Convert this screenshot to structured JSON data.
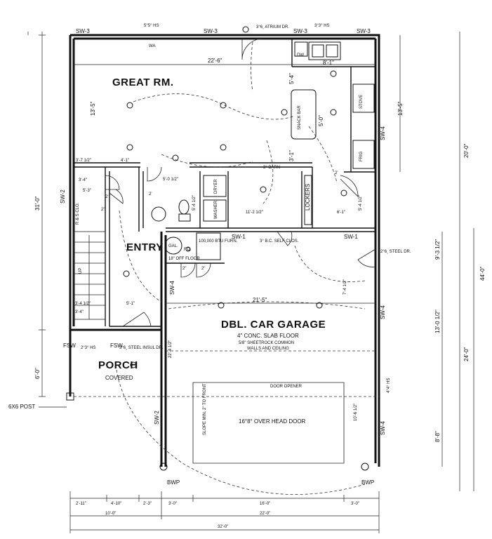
{
  "rooms": {
    "great_room": "GREAT RM.",
    "entry": "ENTRY",
    "garage": "DBL. CAR GARAGE",
    "garage_note1": "4\" CONC. SLAB FLOOR",
    "garage_note2": "5/8\" SHEETROCK COMMON",
    "garage_note3": "WALLS AND CEILING",
    "porch": "PORCH",
    "porch_sub": "COVERED",
    "snack_bar": "SNACK BAR",
    "stove": "STOVE",
    "frig": "FRIG",
    "lockers": "LOCKERS",
    "dryer": "DRYER",
    "washer": "WASHER",
    "dw": "DW",
    "wa": "WA",
    "furnace": "100,000 BTU FURN.",
    "off_floor": "18\" OFF FLOOR",
    "water_heater": "GAL.",
    "fd": "F.D.",
    "up": "UP",
    "closet": "R & S CLO."
  },
  "notes": {
    "atrium_dr": "3°6¸ ATRIUM DR.",
    "window_top1": "5°5° HS",
    "window_top2": "3°3° HS",
    "barn": "3° BARN",
    "bc": "3° B.C. SELF CLOS.",
    "steel_dr": "2°6¸ STEEL DR.",
    "steel_insul_dr": "3°6¸ STEEL INSUL DR.",
    "porch_window": "2°3° HS",
    "side_window": "4°4° HS",
    "door_opener": "DOOR OPENER",
    "slope": "SLOPE MIN. 2\" TO FRONT",
    "overhead_door": "16°8° OVER HEAD DOOR",
    "post": "6X6 POST",
    "bwp_left": "BWP",
    "bwp_right": "BWP"
  },
  "wall_tags": {
    "sw3": "SW-3",
    "sw2": "SW-2",
    "sw4": "SW-4",
    "sw1": "SW-1",
    "fsw": "FSW"
  },
  "interior_dims": {
    "great_width": "22'-6\"",
    "great_depth": "13'-5\"",
    "kitchen_top": "8'-1\"",
    "kitchen_left": "5'-4\"",
    "snack": "5'-0\"",
    "kitchen_3_1": "3'-1\"",
    "great_depth_r": "13'-5\"",
    "hall_3_7": "3'-7 1/2\"",
    "hall_4_1": "4'-1\"",
    "bath_5_0": "5'-0 1/2\"",
    "stair_3_4": "3'-4\"",
    "stair_5_3": "5'-3\"",
    "locker_11_2": "11'-2 1/2\"",
    "locker_6_1": "6'-1\"",
    "locker_5_4": "5'-4 1/2\"",
    "garage_21_5": "21'-5\"",
    "garage_7_4": "7'-4 1/2\"",
    "entry_5_1": "5'-1\"",
    "entry_3_4a": "3'-4 1/2\"",
    "entry_3_4b": "3'-4\"",
    "garage_22_4": "22'-4 1/2\"",
    "garage_10_6": "10'-6 1/2\"",
    "bath_5_4": "5'-4 1/2\"",
    "two": "2'",
    "two_b": "2\"",
    "two_c": "2'",
    "two_d": "2\"",
    "two_e": "2'",
    "two_f": "2\""
  },
  "outer_dims": {
    "left_31": "31'-0\"",
    "left_6": "6'-0\"",
    "right_20": "20'-0\"",
    "right_44": "44'-0\"",
    "right_24": "24'-0\"",
    "right_9_3": "9'-3 1/2\"",
    "right_13_0": "13'-0 1/2\"",
    "right_8_8": "8'-8\"",
    "bottom_2_11": "2'-11\"",
    "bottom_4_10": "4'-10\"",
    "bottom_2_3": "2'-3\"",
    "bottom_3_0a": "3'-0\"",
    "bottom_16": "16'-0\"",
    "bottom_3_0b": "3'-0\"",
    "bottom_10": "10'-0\"",
    "bottom_22": "22'-0\"",
    "bottom_32": "32'-0\""
  }
}
